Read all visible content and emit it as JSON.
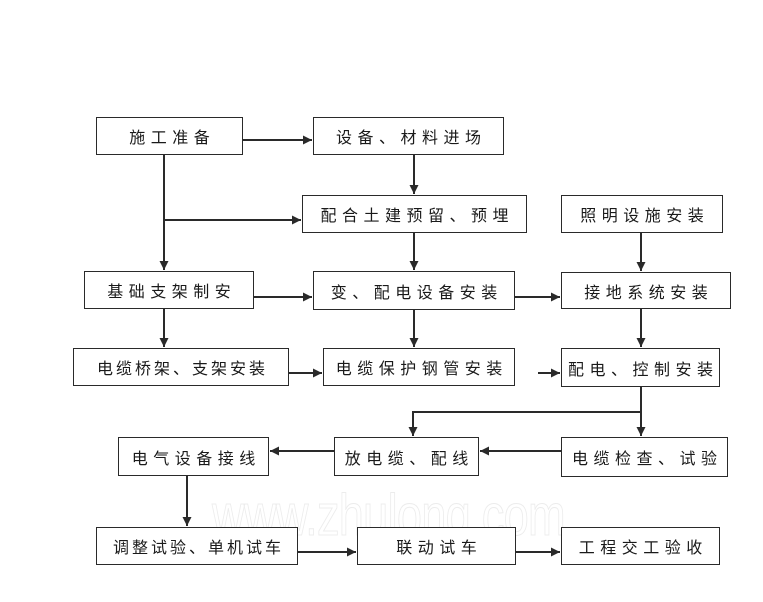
{
  "diagram": {
    "type": "flowchart",
    "nodes": [
      {
        "id": "prep",
        "label": "施工准备"
      },
      {
        "id": "material",
        "label": "设备、材料进场"
      },
      {
        "id": "embed",
        "label": "配合土建预留、预埋"
      },
      {
        "id": "lighting",
        "label": "照明设施安装"
      },
      {
        "id": "foundation",
        "label": "基础支架制安"
      },
      {
        "id": "substation",
        "label": "变、配电设备安装"
      },
      {
        "id": "grounding",
        "label": "接地系统安装"
      },
      {
        "id": "tray",
        "label": "电缆桥架、支架安装"
      },
      {
        "id": "conduit",
        "label": "电缆保护钢管安装"
      },
      {
        "id": "distribution",
        "label": "配电、控制安装"
      },
      {
        "id": "wiring",
        "label": "电气设备接线"
      },
      {
        "id": "cable_laying",
        "label": "放电缆、配线"
      },
      {
        "id": "cable_test",
        "label": "电缆检查、试验"
      },
      {
        "id": "adjust",
        "label": "调整试验、单机试车"
      },
      {
        "id": "joint_test",
        "label": "联动试车"
      },
      {
        "id": "acceptance",
        "label": "工程交工验收"
      }
    ],
    "edges": [
      {
        "from": "prep",
        "to": "material"
      },
      {
        "from": "material",
        "to": "embed"
      },
      {
        "from": "prep",
        "to": "embed"
      },
      {
        "from": "prep",
        "to": "foundation"
      },
      {
        "from": "embed",
        "to": "substation"
      },
      {
        "from": "lighting",
        "to": "grounding"
      },
      {
        "from": "foundation",
        "to": "substation"
      },
      {
        "from": "substation",
        "to": "grounding"
      },
      {
        "from": "foundation",
        "to": "tray"
      },
      {
        "from": "substation",
        "to": "conduit"
      },
      {
        "from": "grounding",
        "to": "distribution"
      },
      {
        "from": "tray",
        "to": "conduit"
      },
      {
        "from": "conduit",
        "to": "distribution"
      },
      {
        "from": "distribution",
        "to": "cable_test"
      },
      {
        "from": "distribution",
        "to": "cable_laying"
      },
      {
        "from": "cable_test",
        "to": "cable_laying"
      },
      {
        "from": "cable_laying",
        "to": "wiring"
      },
      {
        "from": "wiring",
        "to": "adjust"
      },
      {
        "from": "adjust",
        "to": "joint_test"
      },
      {
        "from": "joint_test",
        "to": "acceptance"
      }
    ],
    "line_color": "#2a2a2a",
    "watermark": "www.zhulong.com"
  }
}
